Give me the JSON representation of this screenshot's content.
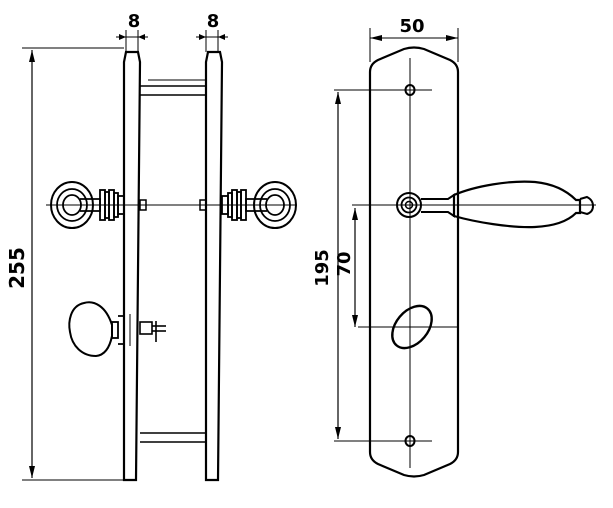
{
  "dimensions": {
    "plate_thickness_left": "8",
    "plate_thickness_right": "8",
    "plate_width": "50",
    "total_height": "255",
    "fixing_hole_spacing": "195",
    "handle_to_keyhole": "70"
  }
}
